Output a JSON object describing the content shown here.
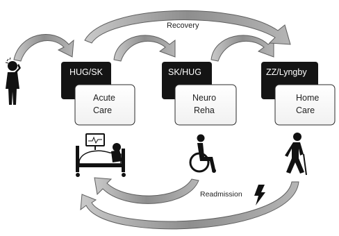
{
  "stages": [
    {
      "header": "HUG/SK",
      "line1": "Acute",
      "line2": "Care"
    },
    {
      "header": "SK/HUG",
      "line1": "Neuro",
      "line2": "Reha"
    },
    {
      "header": "ZZ/Lyngby",
      "line1": "Home",
      "line2": "Care"
    }
  ],
  "labels": {
    "recovery": "Recovery",
    "readmission": "Readmission"
  },
  "icons": [
    "person-stroke-icon",
    "hospital-bed-icon",
    "wheelchair-icon",
    "walking-cane-icon",
    "lightning-icon"
  ],
  "colors": {
    "arrow_fill": "#9b9b9b",
    "arrow_stroke": "#5e5e5e",
    "box_dark": "#141414",
    "box_light": "#ffffff",
    "icon": "#111111"
  }
}
